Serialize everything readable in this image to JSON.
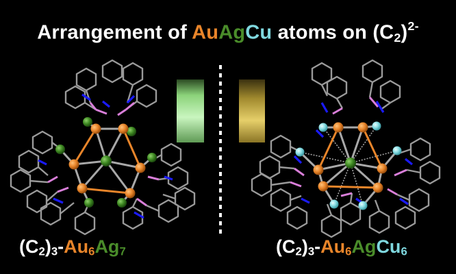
{
  "title": {
    "prefix": "Arrangement of ",
    "au": "Au",
    "ag": "Ag",
    "cu": "Cu",
    "mid": " atoms on (C",
    "sub": "2",
    "close": ")",
    "sup": "2-"
  },
  "left_label": {
    "open": "(C",
    "sub1": "2",
    "close": ")",
    "sub2": "3",
    "dash": "-",
    "au": "Au",
    "au_n": "6",
    "ag": "Ag",
    "ag_n": "7"
  },
  "right_label": {
    "open": "(C",
    "sub1": "2",
    "close": ")",
    "sub2": "3",
    "dash": "-",
    "au": "Au",
    "au_n": "6",
    "ag": "Ag",
    "cu": "Cu",
    "cu_n": "6"
  },
  "colors": {
    "au": "#e8852a",
    "ag": "#4a8c2a",
    "cu": "#7fd8df",
    "p": "#d97ed9",
    "n": "#1a1aff",
    "bond": "#9a9a9a"
  }
}
